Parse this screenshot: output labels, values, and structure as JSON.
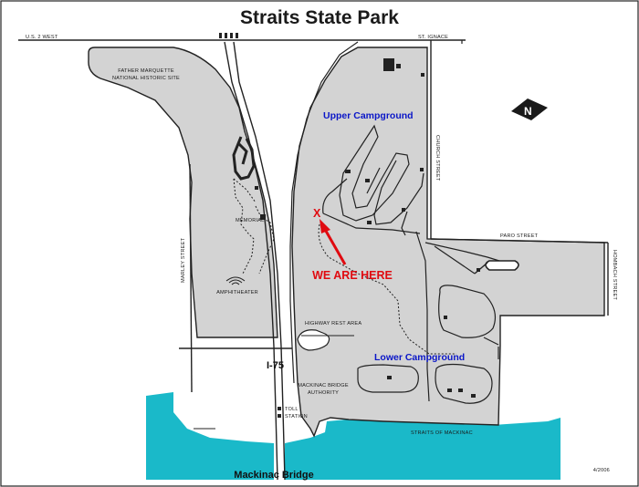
{
  "title": "Straits State Park",
  "colors": {
    "park_fill": "#d3d3d3",
    "water": "#1ab9c9",
    "outline": "#222222",
    "campground_label": "#0a16c8",
    "here_marker": "#e00a10"
  },
  "icons": {
    "north": "north-arrow-icon",
    "here": "red-x-marker-icon",
    "amphitheater": "amphitheater-fan-icon",
    "buildings": "building-square-icon"
  },
  "labels": {
    "us2": "U.S. 2 WEST",
    "st_ignace": "ST. IGNACE",
    "father_marquette_line1": "FATHER MARQUETTE",
    "father_marquette_line2": "NATIONAL HISTORIC SITE",
    "memorial": "MEMORIAL",
    "marley_street": "MARLEY STREET",
    "amphitheater": "AMPHITHEATER",
    "upper_campground": "Upper Campground",
    "we_are_here": "WE ARE HERE",
    "here_marker": "X",
    "church_street": "CHURCH STREET",
    "paro_street": "PARO STREET",
    "hombach_street": "HOMBACH STREET",
    "highway_rest_area": "HIGHWAY REST AREA",
    "i75": "I-75",
    "lower_campground": "Lower Campground",
    "bridge_authority_line1": "MACKINAC BRIDGE",
    "bridge_authority_line2": "AUTHORITY",
    "toll_line1": "TOLL",
    "toll_line2": "STATION",
    "straits": "STRAITS   OF   MACKINAC",
    "mackinac_bridge": "Mackinac Bridge",
    "north": "N",
    "date": "4/2006"
  }
}
